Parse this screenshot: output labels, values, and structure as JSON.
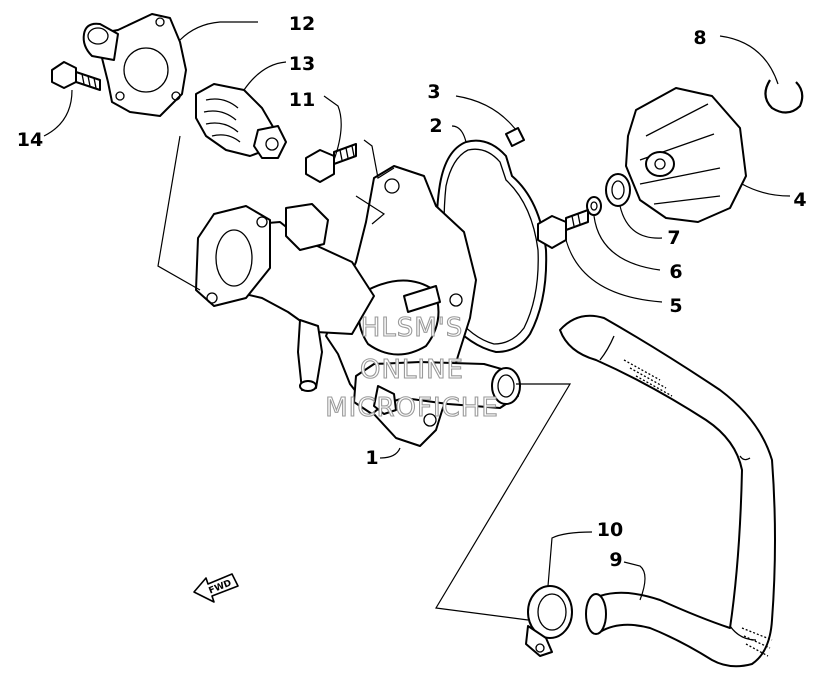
{
  "callouts": [
    {
      "id": "c1",
      "label": "1"
    },
    {
      "id": "c2",
      "label": "2"
    },
    {
      "id": "c3",
      "label": "3"
    },
    {
      "id": "c4",
      "label": "4"
    },
    {
      "id": "c5",
      "label": "5"
    },
    {
      "id": "c6",
      "label": "6"
    },
    {
      "id": "c7",
      "label": "7"
    },
    {
      "id": "c8",
      "label": "8"
    },
    {
      "id": "c9",
      "label": "9"
    },
    {
      "id": "c10",
      "label": "10"
    },
    {
      "id": "c11",
      "label": "11"
    },
    {
      "id": "c12",
      "label": "12"
    },
    {
      "id": "c13",
      "label": "13"
    },
    {
      "id": "c14",
      "label": "14"
    }
  ],
  "watermark": {
    "line1": "HLSM'S",
    "line2": "ONLINE",
    "line3": "MICROFICHE"
  },
  "direction_marker": {
    "label": "FWD"
  }
}
